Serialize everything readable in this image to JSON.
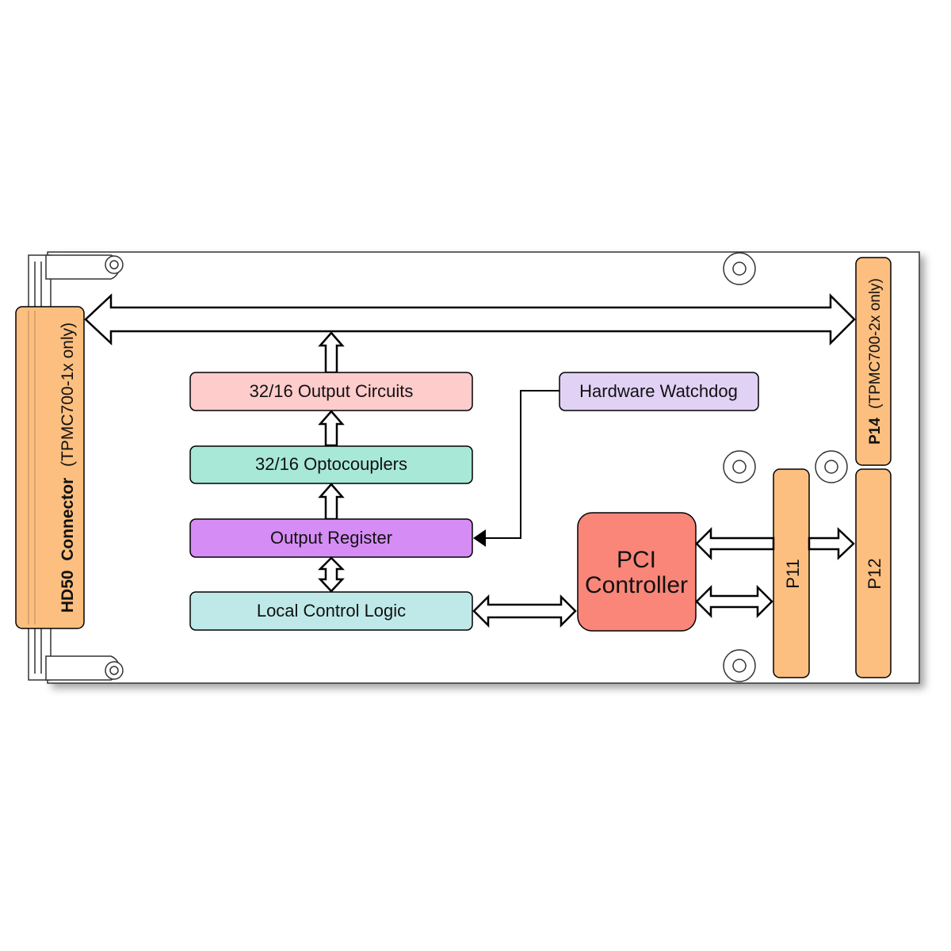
{
  "blocks": {
    "output_circuits": "32/16 Output Circuits",
    "optocouplers": "32/16 Optocouplers",
    "output_register": "Output Register",
    "local_control_logic": "Local Control Logic",
    "hardware_watchdog": "Hardware Watchdog",
    "pci_controller_line1": "PCI",
    "pci_controller_line2": "Controller"
  },
  "connectors": {
    "hd50_bold": "HD50  Connector",
    "hd50_note": "(TPMC700-1x only)",
    "p14_bold": "P14",
    "p14_note": "(TPMC700-2x only)",
    "p11": "P11",
    "p12": "P12"
  },
  "colors": {
    "output_circuits": "#ffcccc",
    "optocouplers": "#a8e8d6",
    "output_register": "#d68cf5",
    "local_control_logic": "#bfe9e9",
    "hardware_watchdog": "#e1d2f5",
    "pci_controller": "#f98679",
    "connector": "#fdbf7f",
    "board": "#ffffff",
    "outline": "#000000"
  }
}
